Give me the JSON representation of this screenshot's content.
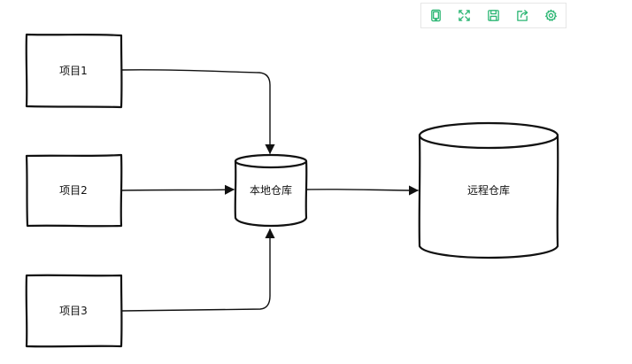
{
  "toolbar": {
    "items": [
      {
        "icon": "tablet-icon"
      },
      {
        "icon": "fullscreen-icon"
      },
      {
        "icon": "save-icon"
      },
      {
        "icon": "share-icon"
      },
      {
        "icon": "settings-icon"
      }
    ],
    "accent": "#2bb673"
  },
  "diagram": {
    "nodes": {
      "project1": "项目1",
      "project2": "项目2",
      "project3": "项目3",
      "local_repo": "本地仓库",
      "remote_repo": "远程仓库"
    },
    "edges": [
      {
        "from": "project1",
        "to": "local_repo"
      },
      {
        "from": "project2",
        "to": "local_repo"
      },
      {
        "from": "project3",
        "to": "local_repo"
      },
      {
        "from": "local_repo",
        "to": "remote_repo"
      }
    ]
  }
}
